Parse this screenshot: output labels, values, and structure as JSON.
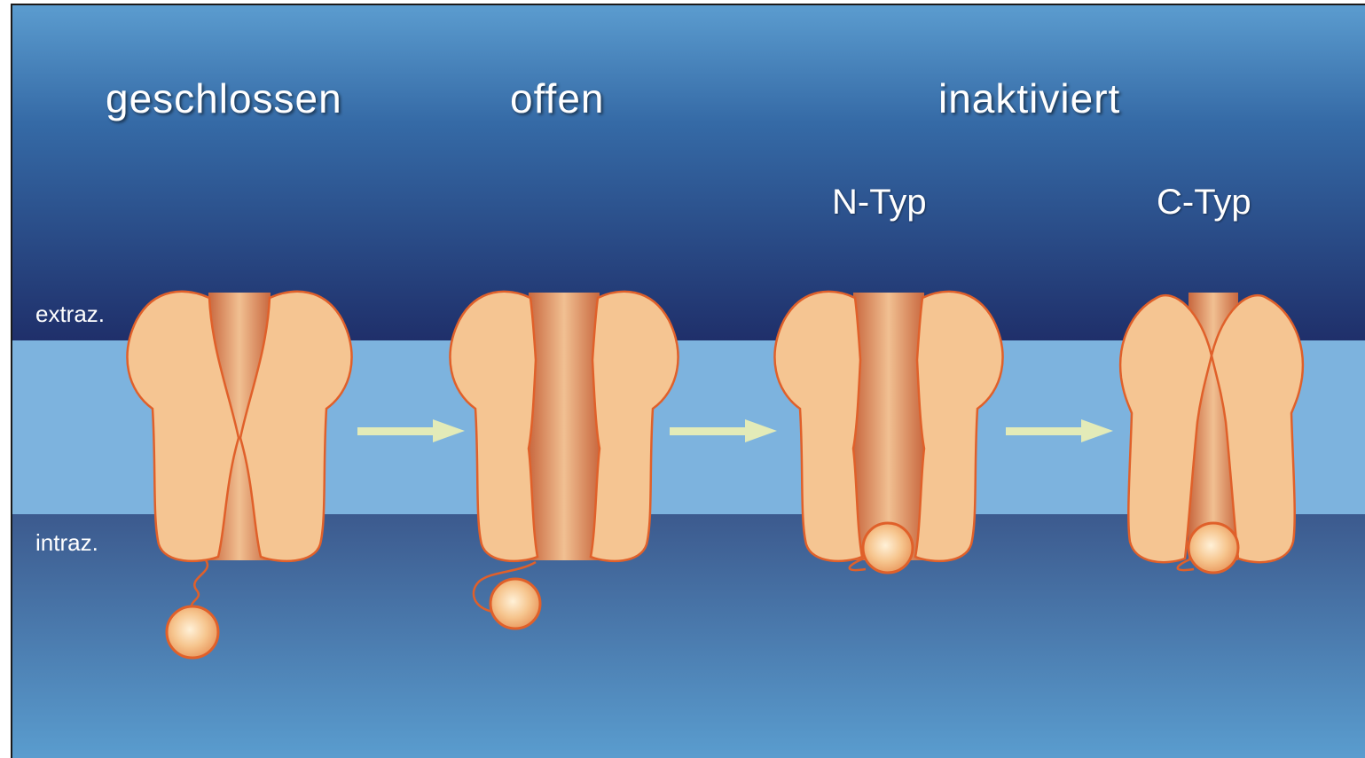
{
  "titles": {
    "closed": "geschlossen",
    "open": "offen",
    "inactivated": "inaktiviert"
  },
  "subtitles": {
    "n_type": "N-Typ",
    "c_type": "C-Typ"
  },
  "side_labels": {
    "extracellular": "extraz.",
    "intracellular": "intraz."
  },
  "colors": {
    "extracellular_top": "#5b9ccf",
    "extracellular_dark": "#1f2f6a",
    "membrane": "#7db3de",
    "intracellular_dark": "#3c5a8e",
    "intracellular_bottom": "#5a9dcf",
    "channel_fill": "#f5c592",
    "channel_outline": "#e0602a",
    "pore": "#c8724a",
    "arrow": "#e3ebb8"
  }
}
